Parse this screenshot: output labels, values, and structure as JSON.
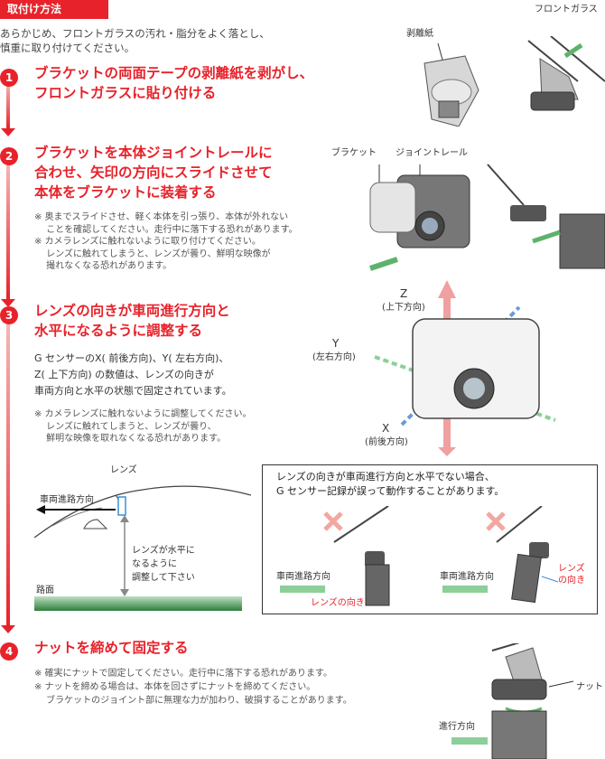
{
  "header": {
    "tag": "取付け方法"
  },
  "intro": [
    "あらかじめ、フロントガラスの汚れ・脂分をよく落とし、",
    "慎重に取り付けてください。"
  ],
  "labels": {
    "peel": "剥離紙",
    "front_glass": "フロントガラス",
    "bracket": "ブラケット",
    "joint_rail": "ジョイントレール",
    "z": "Z",
    "z_sub": "(上下方向)",
    "y": "Y",
    "y_sub": "(左右方向)",
    "x": "X",
    "x_sub": "(前後方向)",
    "lens": "レンズ",
    "travel_dir": "車両進路方向",
    "level_note": [
      "レンズが水平に",
      "なるように",
      "調整して下さい"
    ],
    "road": "路面",
    "lens_dir": "レンズの向き",
    "lens_dir2": [
      "レンズ",
      "の向き"
    ],
    "nut": "ナット",
    "travel_dir2": "進行方向"
  },
  "steps": [
    {
      "num": "1",
      "title": [
        "ブラケットの両面テープの剥離紙を剥がし、",
        "フロントガラスに貼り付ける"
      ]
    },
    {
      "num": "2",
      "title": [
        "ブラケットを本体ジョイントレールに",
        "合わせ、矢印の方向にスライドさせて",
        "本体をブラケットに装着する"
      ],
      "notes": [
        "※ 奥までスライドさせ、軽く本体を引っ張り、本体が外れない",
        "　 ことを確認してください。走行中に落下する恐れがあります。",
        "※ カメラレンズに触れないように取り付けてください。",
        "　 レンズに触れてしまうと、レンズが曇り、鮮明な映像が",
        "　 撮れなくなる恐れがあります。"
      ]
    },
    {
      "num": "3",
      "title": [
        "レンズの向きが車両進行方向と",
        "水平になるように調整する"
      ],
      "body": [
        "G センサーのX( 前後方向)、Y( 左右方向)、",
        "Z( 上下方向) の数値は、レンズの向きが",
        "車両方向と水平の状態で固定されています。"
      ],
      "notes": [
        "※ カメラレンズに触れないように調整してください。",
        "　 レンズに触れてしまうと、レンズが曇り、",
        "　 鮮明な映像を取れなくなる恐れがあります。"
      ]
    },
    {
      "num": "4",
      "title": [
        "ナットを締めて固定する"
      ],
      "notes": [
        "※ 確実にナットで固定してください。走行中に落下する恐れがあります。",
        "※ ナットを締める場合は、本体を回さずにナットを締めてください。",
        "　 ブラケットのジョイント部に無理な力が加わり、破損することがあります。"
      ]
    }
  ],
  "warning": {
    "lines": [
      "レンズの向きが車両進行方向と水平でない場合、",
      "G センサー記録が誤って動作することがあります。"
    ]
  }
}
